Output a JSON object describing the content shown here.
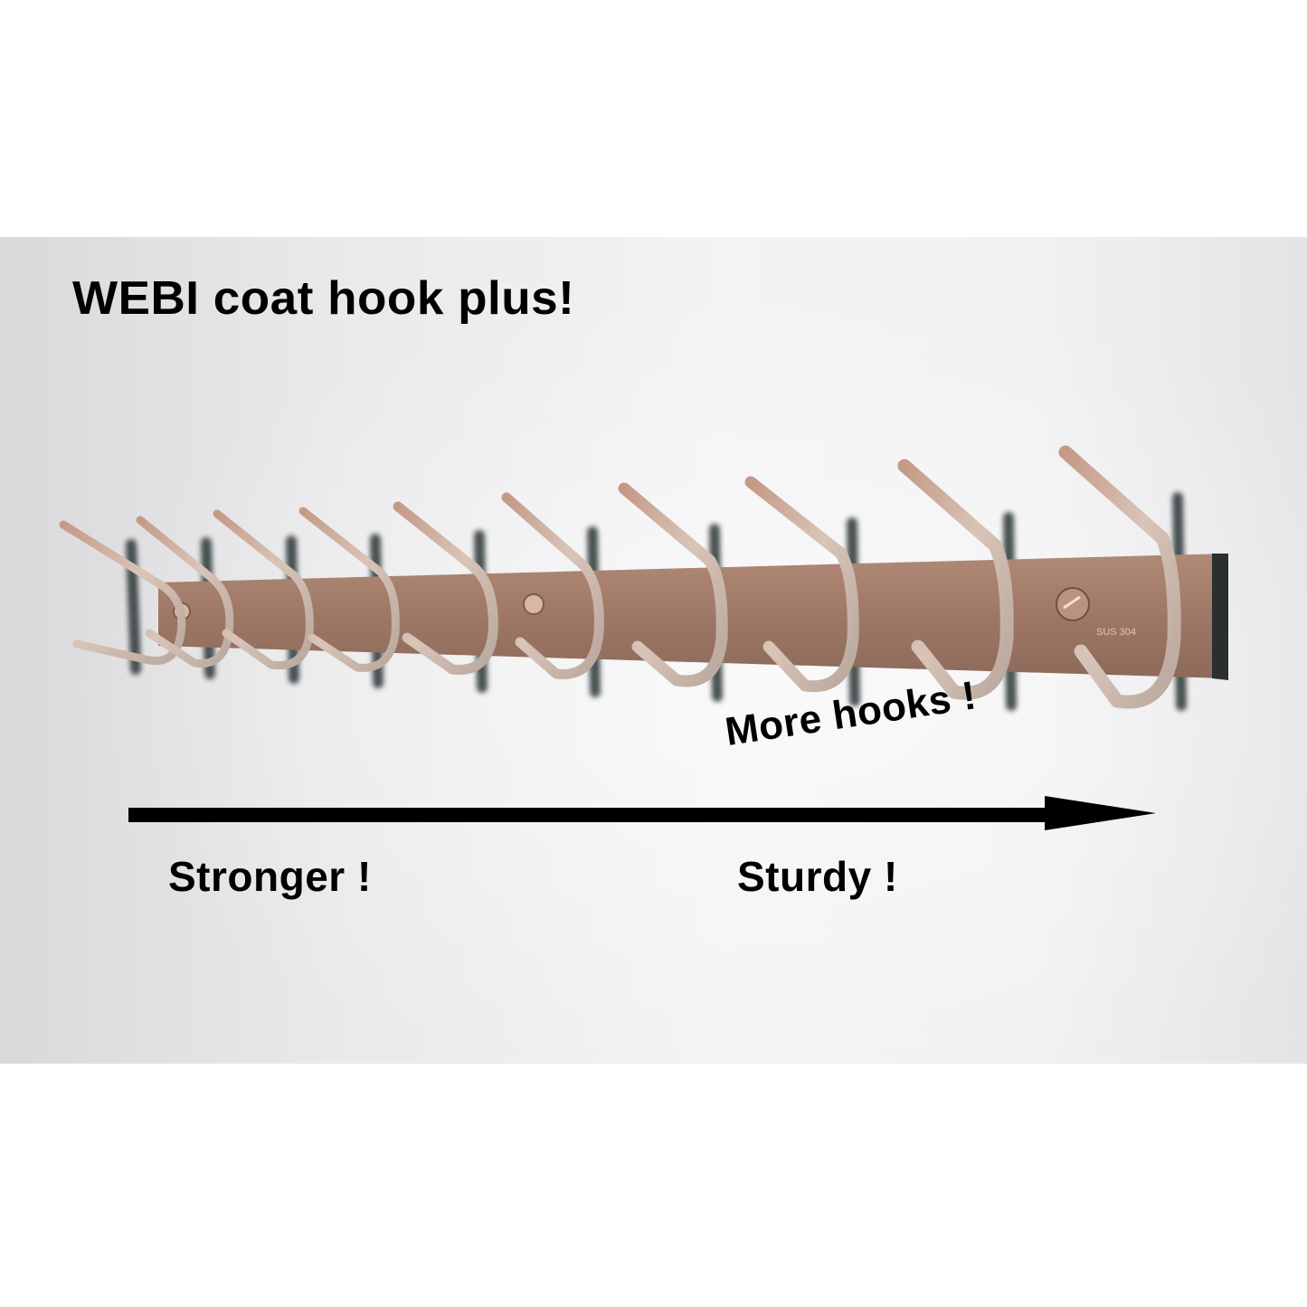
{
  "image": {
    "title": "WEBI coat hook plus!",
    "callouts": {
      "more_hooks": "More hooks !",
      "stronger": "Stronger !",
      "sturdy": "Sturdy !"
    },
    "engraving": "SUS 304",
    "product": {
      "description": "Wall-mounted coat hook rail with double hooks",
      "hook_count": 10,
      "finish_color": "#a47d68",
      "hook_color": "#c8aa9a",
      "shadow_color": "#2b3436"
    },
    "arrow": {
      "direction": "right",
      "color": "#000000"
    },
    "colors": {
      "background": "#ffffff",
      "wall": "#ececee",
      "text": "#000000"
    }
  }
}
